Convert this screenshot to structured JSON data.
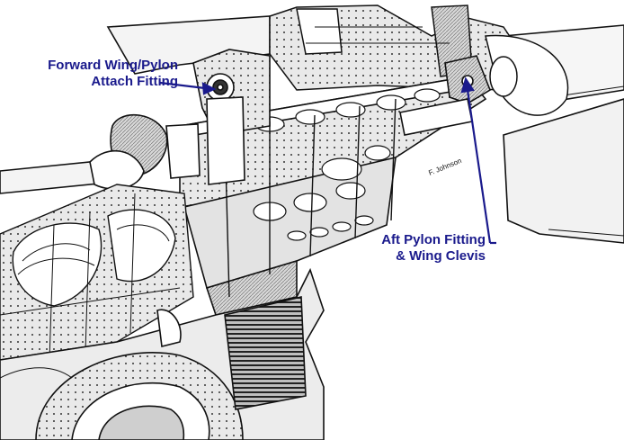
{
  "figure": {
    "callouts": [
      {
        "lines": [
          "Forward Wing/Pylon",
          "Attach Fitting"
        ]
      },
      {
        "lines": [
          "Aft Pylon Fitting",
          "& Wing Clevis"
        ]
      }
    ],
    "artist_signature": "F. Johnson",
    "colors": {
      "callout": "#1a1a8c",
      "ink": "#111111",
      "paper": "#ffffff",
      "shade": "#c8c8c8"
    }
  }
}
